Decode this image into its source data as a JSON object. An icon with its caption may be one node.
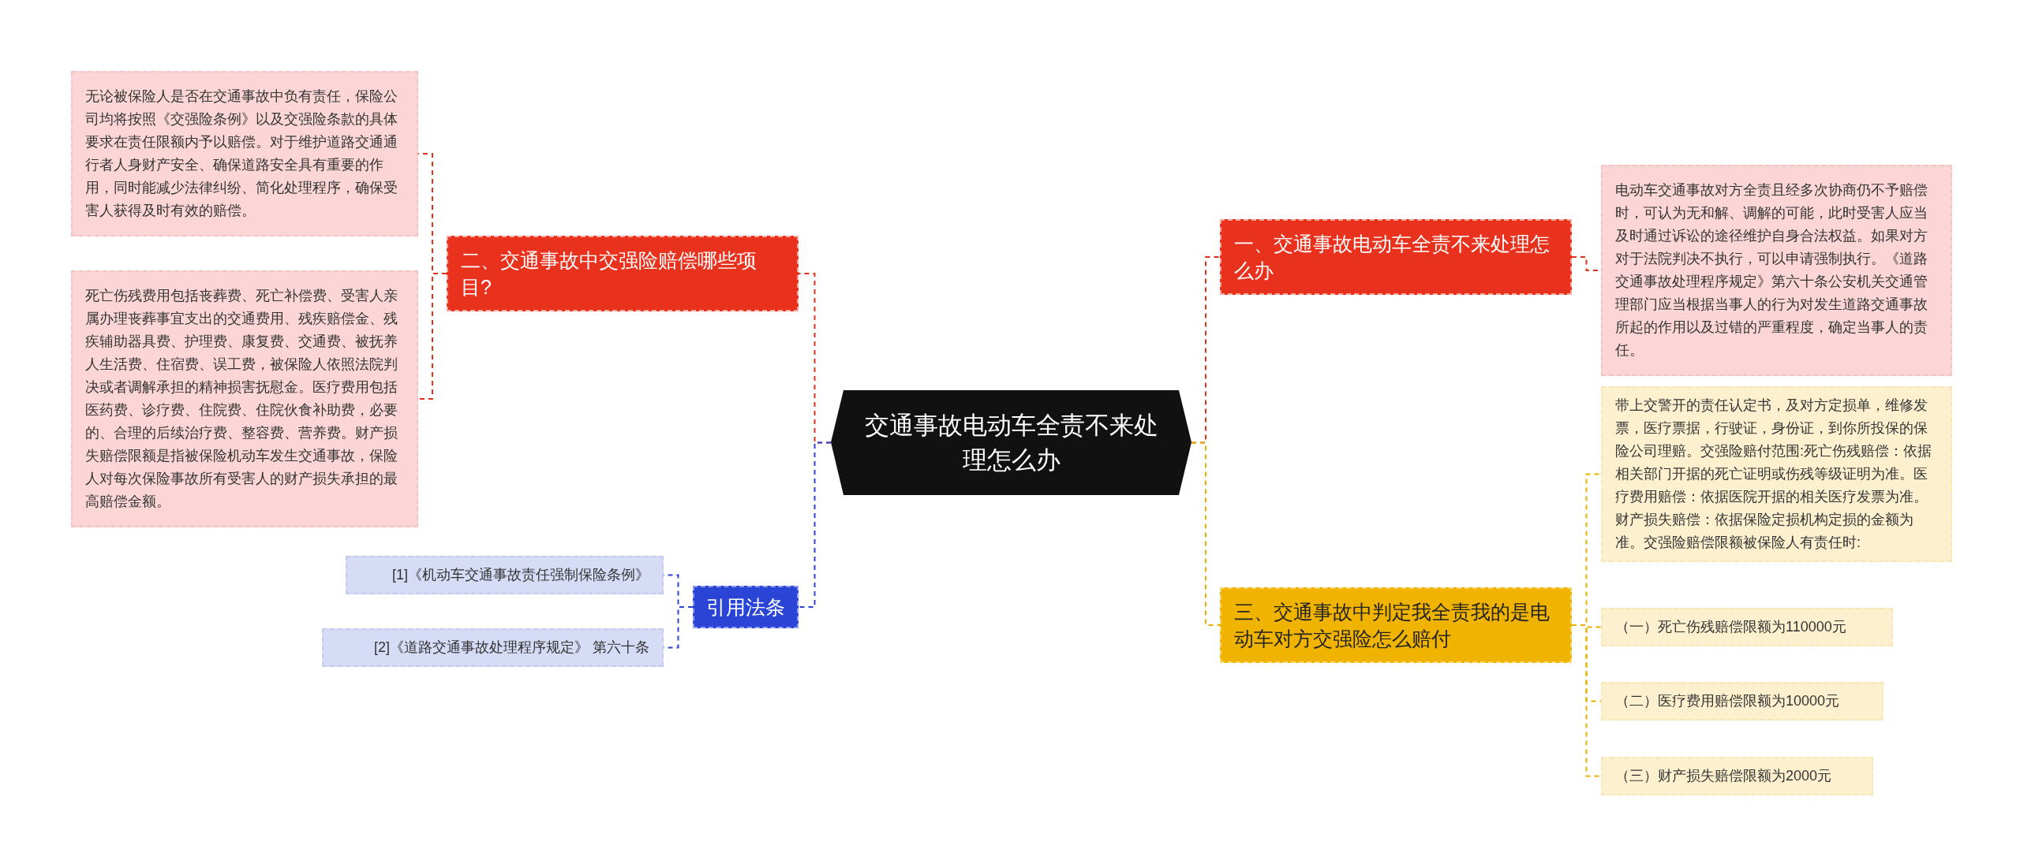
{
  "diagram": {
    "nodes": [
      {
        "text": [
          "交通事故电动车全责不来处理怎么办"
        ]
      },
      {
        "text": [
          "一、交通事故电动车全责不来处理怎么办"
        ]
      },
      {
        "text": [
          "电动车交通事故对方全责且经多次协商仍不予赔偿时，可认为无和解、调解的可能，此时受害人应当及时通过诉讼的途径维护自身合法权益。如果对方对于法院判决不执行，可以申请强制执行。《道路交通事故处理程序规定》第六十条公安机关交通管理部门应当根据当事人的行为对发生道路交通事故所起的作用以及过错的严重程度，确定当事人的责任。"
        ]
      },
      {
        "text": [
          "三、交通事故中判定我全责我的是电动车对方交强险怎么赔付"
        ]
      },
      {
        "text": [
          "带上交警开的责任认定书，及对方定损单，维修发票，医疗票据，行驶证，身份证，到你所投保的保险公司理赔。交强险赔付范围:死亡伤残赔偿：依据相关部门开据的死亡证明或伤残等级证明为准。医疗费用赔偿：依据医院开据的相关医疗发票为准。财产损失赔偿：依据保险定损机构定损的金额为准。交强险赔偿限额被保险人有责任时:"
        ]
      },
      {
        "text": [
          "（一）死亡伤残赔偿限额为110000元"
        ]
      },
      {
        "text": [
          "（二）医疗费用赔偿限额为10000元"
        ]
      },
      {
        "text": [
          "（三）财产损失赔偿限额为2000元"
        ]
      },
      {
        "text": [
          "二、交通事故中交强险赔偿哪些项目?"
        ]
      },
      {
        "text": [
          "无论被保险人是否在交通事故中负有责任，保险公司均将按照《交强险条例》以及交强险条款的具体要求在责任限额内予以赔偿。对于维护道路交通通行者人身财产安全、确保道路安全具有重要的作用，同时能减少法律纠纷、简化处理程序，确保受害人获得及时有效的赔偿。"
        ]
      },
      {
        "text": [
          "死亡伤残费用包括丧葬费、死亡补偿费、受害人亲属办理丧葬事宜支出的交通费用、残疾赔偿金、残疾辅助器具费、护理费、康复费、交通费、被抚养人生活费、住宿费、误工费，被保险人依照法院判决或者调解承担的精神损害抚慰金。医疗费用包括医药费、诊疗费、住院费、住院伙食补助费，必要的、合理的后续治疗费、整容费、营养费。财产损失赔偿限额是指被保险机动车发生交通事故，保险人对每次保险事故所有受害人的财产损失承担的最高赔偿金额。"
        ]
      },
      {
        "text": [
          "引用法条"
        ]
      },
      {
        "text": [
          "[1]《机动车交通事故责任强制保险条例》"
        ]
      },
      {
        "text": [
          "[2]《道路交通事故处理程序规定》 第六十条"
        ]
      }
    ],
    "edges": [
      {
        "from": 0,
        "to": 1,
        "arrow": "none",
        "style": "dashed",
        "color": "#e0301e"
      },
      {
        "from": 1,
        "to": 2,
        "arrow": "none",
        "style": "dashed",
        "color": "#e0301e"
      },
      {
        "from": 0,
        "to": 3,
        "arrow": "none",
        "style": "dashed",
        "color": "#e8b100"
      },
      {
        "from": 3,
        "to": 4,
        "arrow": "none",
        "style": "dashed",
        "color": "#e8b100"
      },
      {
        "from": 3,
        "to": 5,
        "arrow": "none",
        "style": "dashed",
        "color": "#e8b100"
      },
      {
        "from": 3,
        "to": 6,
        "arrow": "none",
        "style": "dashed",
        "color": "#e8b100"
      },
      {
        "from": 3,
        "to": 7,
        "arrow": "none",
        "style": "dashed",
        "color": "#e8b100"
      },
      {
        "from": 0,
        "to": 8,
        "arrow": "none",
        "style": "dashed",
        "color": "#e0301e"
      },
      {
        "from": 8,
        "to": 9,
        "arrow": "none",
        "style": "dashed",
        "color": "#e0301e"
      },
      {
        "from": 8,
        "to": 10,
        "arrow": "none",
        "style": "dashed",
        "color": "#e0301e"
      },
      {
        "from": 0,
        "to": 11,
        "arrow": "none",
        "style": "dashed",
        "color": "#2a44d6"
      },
      {
        "from": 11,
        "to": 12,
        "arrow": "none",
        "style": "dashed",
        "color": "#2a44d6"
      },
      {
        "from": 11,
        "to": 13,
        "arrow": "none",
        "style": "dashed",
        "color": "#2a44d6"
      }
    ]
  }
}
